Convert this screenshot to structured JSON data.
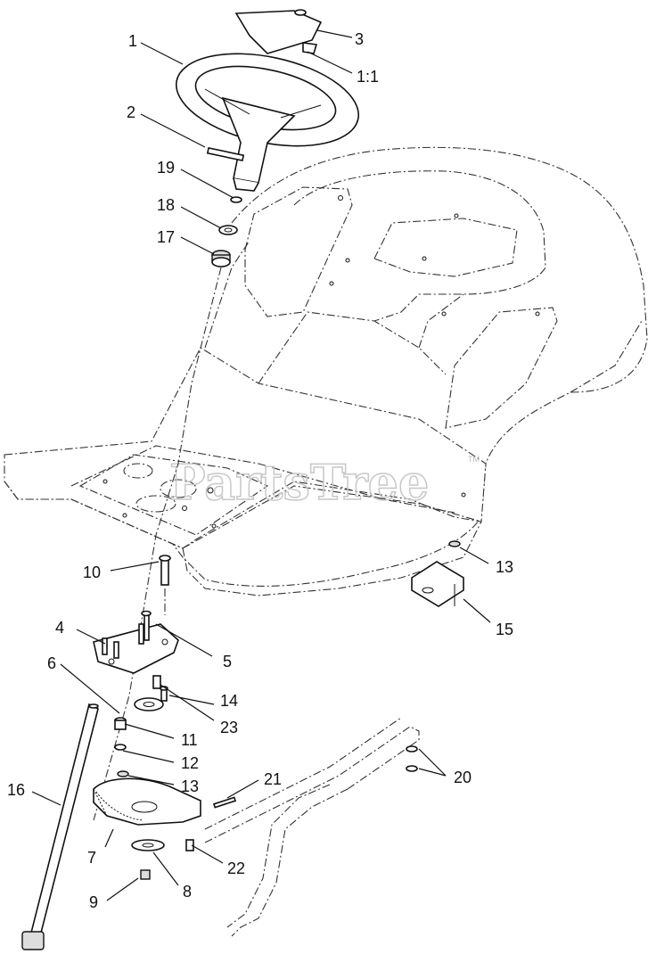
{
  "watermark": {
    "text": "PartsTree",
    "trademark": "TM"
  },
  "callouts": [
    {
      "id": "c1",
      "label": "1"
    },
    {
      "id": "c3",
      "label": "3"
    },
    {
      "id": "c1-1",
      "label": "1:1"
    },
    {
      "id": "c2",
      "label": "2"
    },
    {
      "id": "c19",
      "label": "19"
    },
    {
      "id": "c18",
      "label": "18"
    },
    {
      "id": "c17",
      "label": "17"
    },
    {
      "id": "c10",
      "label": "10"
    },
    {
      "id": "c13a",
      "label": "13"
    },
    {
      "id": "c15",
      "label": "15"
    },
    {
      "id": "c4",
      "label": "4"
    },
    {
      "id": "c5",
      "label": "5"
    },
    {
      "id": "c6",
      "label": "6"
    },
    {
      "id": "c14",
      "label": "14"
    },
    {
      "id": "c23",
      "label": "23"
    },
    {
      "id": "c11",
      "label": "11"
    },
    {
      "id": "c12",
      "label": "12"
    },
    {
      "id": "c13b",
      "label": "13"
    },
    {
      "id": "c16",
      "label": "16"
    },
    {
      "id": "c21",
      "label": "21"
    },
    {
      "id": "c20",
      "label": "20"
    },
    {
      "id": "c7",
      "label": "7"
    },
    {
      "id": "c22",
      "label": "22"
    },
    {
      "id": "c8",
      "label": "8"
    },
    {
      "id": "c9",
      "label": "9"
    }
  ]
}
